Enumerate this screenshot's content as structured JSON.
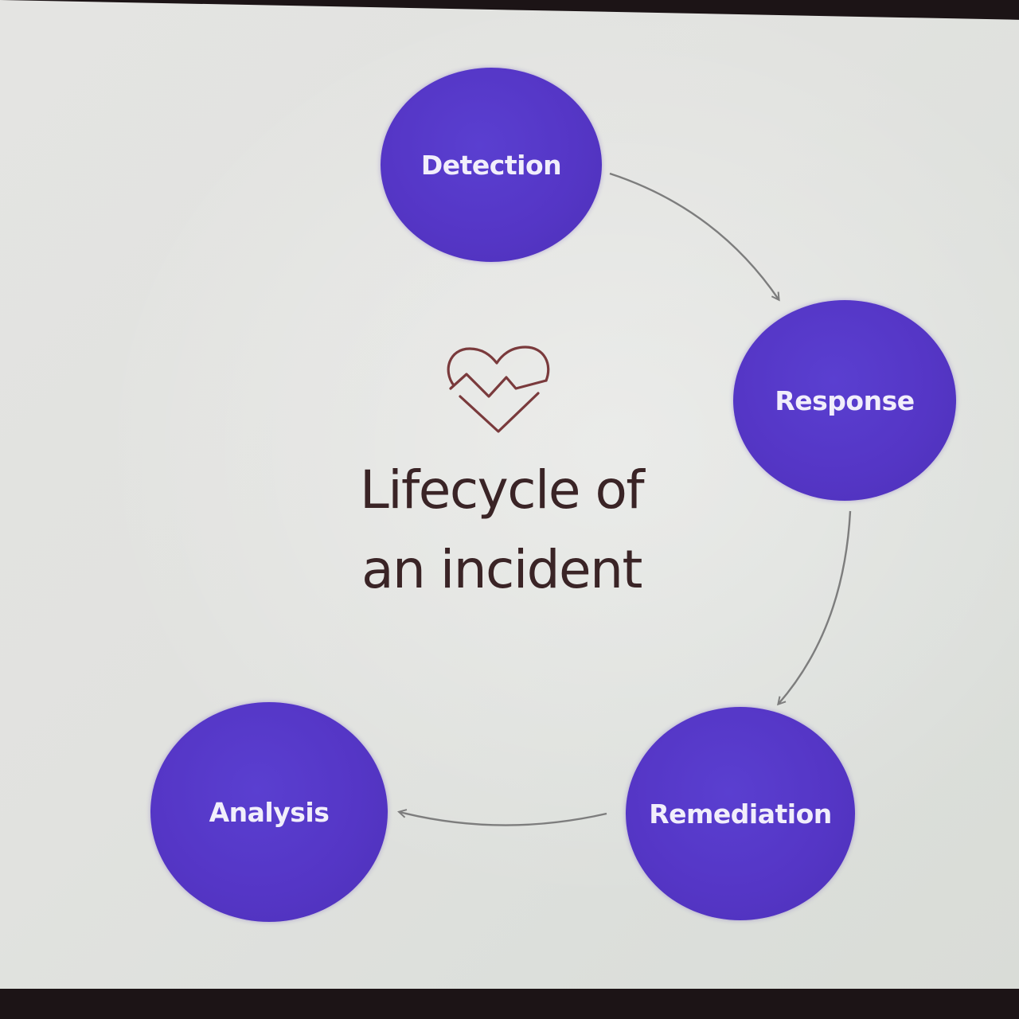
{
  "diagram": {
    "title_lines": [
      "Lifecycle of",
      "an incident"
    ],
    "stages": [
      {
        "id": "detection",
        "label": "Detection"
      },
      {
        "id": "response",
        "label": "Response"
      },
      {
        "id": "remediation",
        "label": "Remediation"
      },
      {
        "id": "analysis",
        "label": "Analysis"
      }
    ],
    "flow": [
      {
        "from": "detection",
        "to": "response"
      },
      {
        "from": "response",
        "to": "remediation"
      },
      {
        "from": "remediation",
        "to": "analysis"
      }
    ],
    "center_icon": "heart-pulse-icon",
    "colors": {
      "stage_fill": "#5536c6",
      "stage_text": "#f1eefb",
      "title_text": "#3a2426",
      "icon_stroke": "#7a3a3c",
      "arrow": "#7d7d7d",
      "background": "#e2e3e0"
    }
  }
}
